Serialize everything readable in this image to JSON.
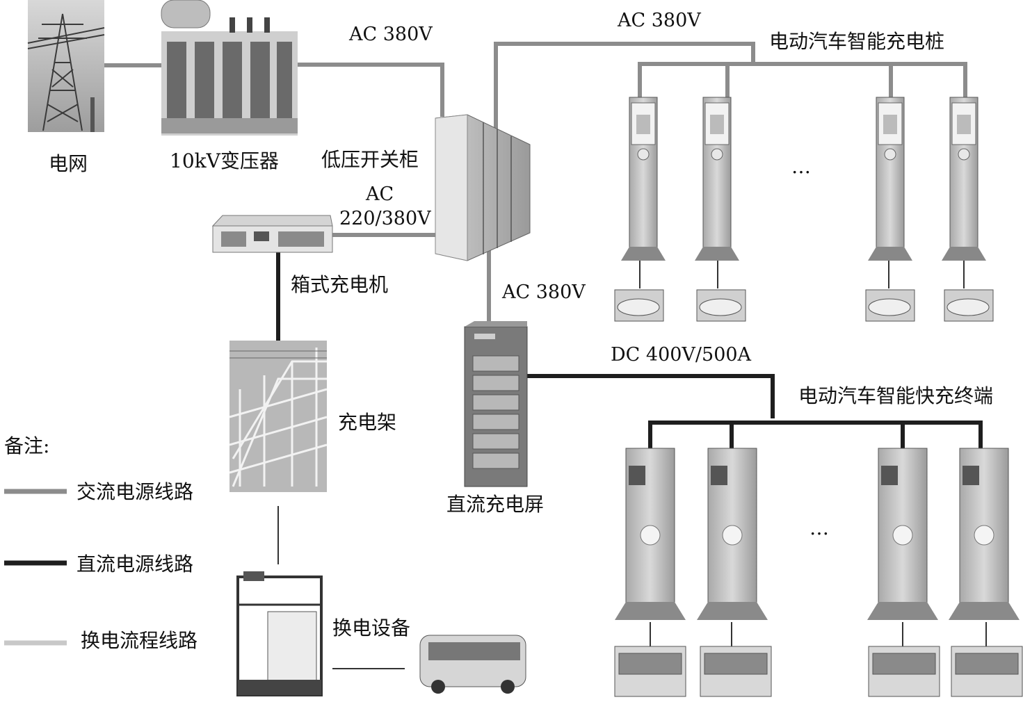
{
  "nodes": {
    "grid": "电网",
    "transformer": "10kV变压器",
    "switchgear": "低压开关柜",
    "box_charger": "箱式充电机",
    "charging_rack": "充电架",
    "dc_panel": "直流充电屏",
    "swap_equipment": "换电设备",
    "ac_pile_group": "电动汽车智能充电桩",
    "dc_terminal_group": "电动汽车智能快充终端"
  },
  "voltages": {
    "transformer_to_switchgear": "AC 380V",
    "switchgear_to_ac_piles": "AC 380V",
    "switchgear_to_box_charger_line1": "AC",
    "switchgear_to_box_charger_line2": "220/380V",
    "switchgear_to_dc_panel": "AC 380V",
    "dc_panel_to_terminals": "DC 400V/500A"
  },
  "ellipsis": "…",
  "legend": {
    "title": "备注:",
    "items": [
      {
        "label": "交流电源线路",
        "color": "#8c8c8c"
      },
      {
        "label": "直流电源线路",
        "color": "#1e1e1e"
      },
      {
        "label": "换电流程线路",
        "color": "#c8c8c8"
      }
    ]
  },
  "colors": {
    "ac_line": "#8c8c8c",
    "dc_line": "#1e1e1e",
    "swap_line": "#c8c8c8"
  }
}
